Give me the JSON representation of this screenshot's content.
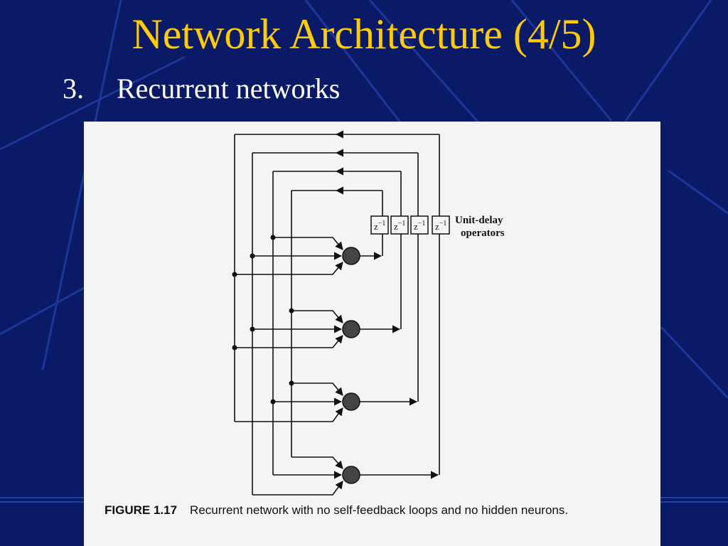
{
  "slide": {
    "title": "Network Architecture (4/5)",
    "bullet_number": "3.",
    "bullet_text": "Recurrent networks"
  },
  "figure": {
    "delay_symbol": "z",
    "delay_exponent": "−1",
    "delay_label_line1": "Unit-delay",
    "delay_label_line2": "operators",
    "caption_label": "FIGURE 1.17",
    "caption_text": "Recurrent network with no self-feedback loops and no hidden neurons."
  },
  "colors": {
    "background": "#0a1a66",
    "title": "#ffcc00",
    "text": "#ffffff",
    "figure_background": "#f4f4f2",
    "figure_ink": "#111111"
  }
}
